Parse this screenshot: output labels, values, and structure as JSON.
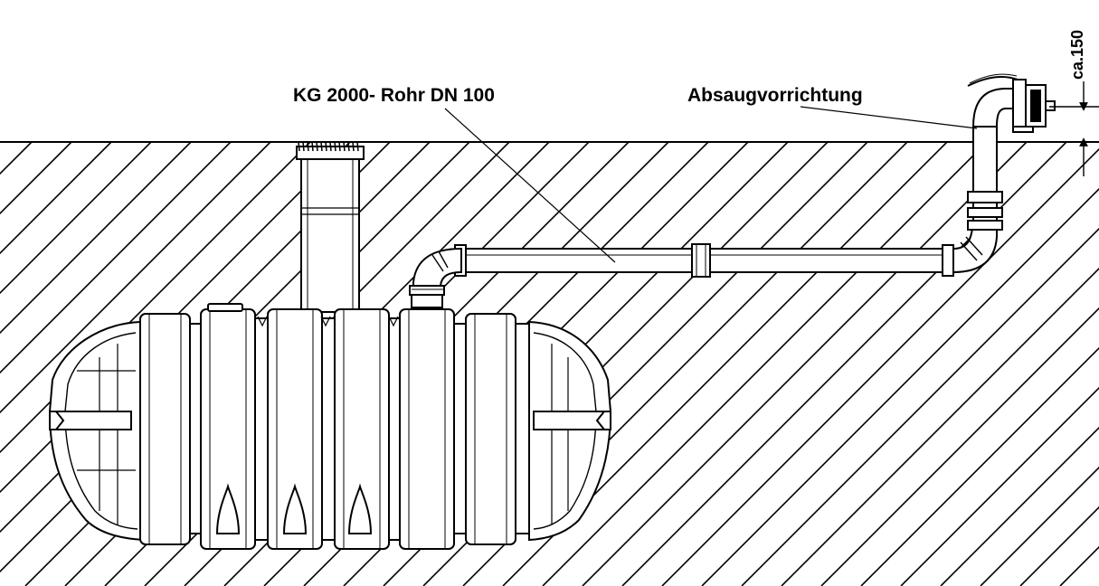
{
  "labels": {
    "pipe": "KG 2000- Rohr DN 100",
    "suction": "Absaugvorrichtung",
    "dimension": "ca.150"
  },
  "colors": {
    "line": "#000000",
    "background": "#ffffff"
  }
}
